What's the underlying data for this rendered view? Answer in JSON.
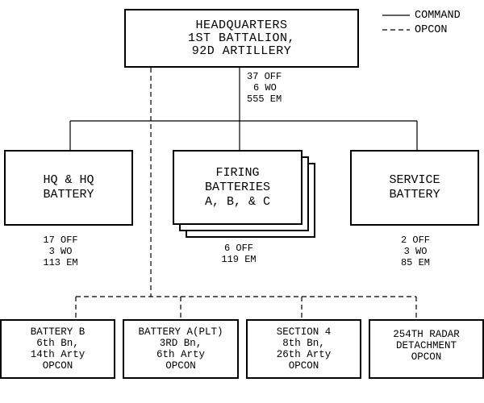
{
  "legend": {
    "command": "COMMAND",
    "opcon": "OPCON"
  },
  "headquarters": {
    "line1": "HEADQUARTERS",
    "line2": "1ST BATTALION,",
    "line3": "92D ARTILLERY",
    "strength": {
      "off": "37 OFF",
      "wo": "6 WO",
      "em": "555 EM"
    }
  },
  "hq_battery": {
    "line1": "HQ & HQ",
    "line2": "BATTERY",
    "strength": {
      "off": "17 OFF",
      "wo": "3 WO",
      "em": "113 EM"
    }
  },
  "firing_batteries": {
    "line1": "FIRING",
    "line2": "BATTERIES",
    "line3": "A, B, & C",
    "strength": {
      "off": "6 OFF",
      "em": "119 EM"
    }
  },
  "service_battery": {
    "line1": "SERVICE",
    "line2": "BATTERY",
    "strength": {
      "off": "2 OFF",
      "wo": "3 WO",
      "em": "85 EM"
    }
  },
  "opcon_units": [
    {
      "line1": "BATTERY B",
      "line2": "6th Bn,",
      "line3": "14th Arty",
      "line4": "OPCON"
    },
    {
      "line1": "BATTERY A(PLT)",
      "line2": "3RD Bn,",
      "line3": "6th Arty",
      "line4": "OPCON"
    },
    {
      "line1": "SECTION 4",
      "line2": "8th Bn,",
      "line3": "26th Arty",
      "line4": "OPCON"
    },
    {
      "line1": "254TH RADAR",
      "line2": "DETACHMENT",
      "line3": "OPCON"
    }
  ]
}
